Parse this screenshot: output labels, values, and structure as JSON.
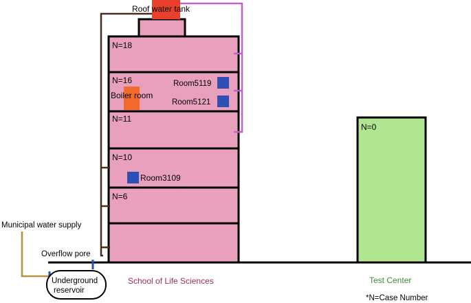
{
  "labels": {
    "roof_tank": "Roof water tank",
    "floor_n18": "N=18",
    "floor_n16": "N=16",
    "boiler_room": "Boiler room",
    "room_5119": "Room5119",
    "room_5121": "Room5121",
    "floor_n11": "N=11",
    "floor_n10": "N=10",
    "room_3109": "Room3109",
    "floor_n6": "N=6",
    "test_center_n0": "N=0",
    "municipal_supply": "Municipal water supply",
    "overflow_pore": "Overflow pore",
    "reservoir_line1": "Underground",
    "reservoir_line2": "reservoir",
    "school_caption": "School of Life Sciences",
    "test_center_caption": "Test Center",
    "footnote": "*N=Case Number"
  },
  "colors": {
    "building": "#e8a0bd",
    "test_center": "#b0e68f",
    "roof_tank": "#e8402a",
    "boiler": "#f26b2a",
    "room_marker": "#2f4fb5",
    "supply_pipe": "#4a2c1f",
    "roof_pipe": "#c060c8",
    "municipal_pipe": "#b89040",
    "outline": "#000000"
  }
}
